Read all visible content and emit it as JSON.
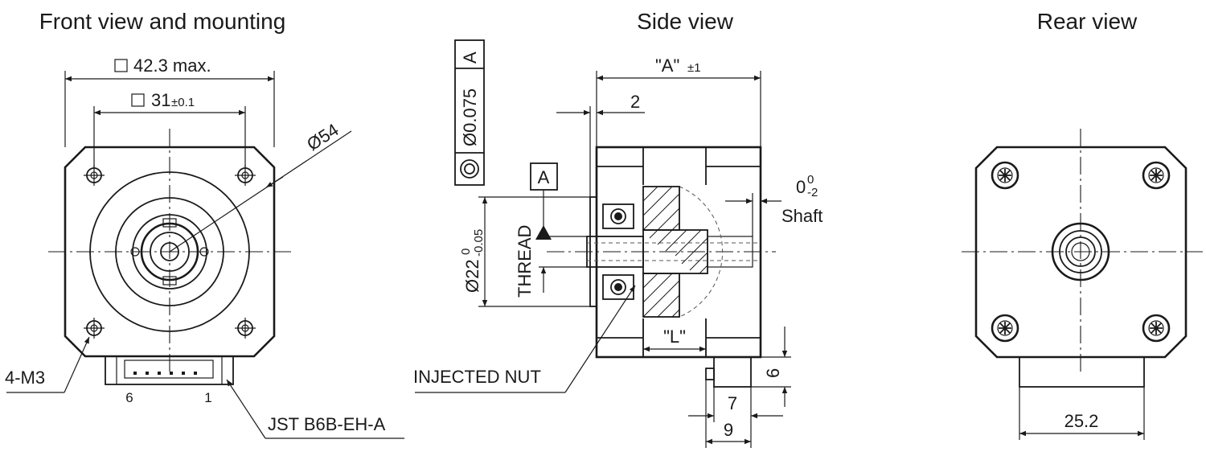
{
  "views": {
    "front": {
      "title": "Front view and mounting"
    },
    "side": {
      "title": "Side view"
    },
    "rear": {
      "title": "Rear view"
    }
  },
  "front_dims": {
    "outer_square": "42.3 max.",
    "hole_square": "31",
    "hole_square_tol": "±0.1",
    "bolt_circle": "Ø54",
    "mount_holes": "4-M3",
    "connector": "JST B6B-EH-A",
    "pin_first": "6",
    "pin_last": "1"
  },
  "side_dims": {
    "length": "\"A\"",
    "length_tol": "±1",
    "flange": "2",
    "tolerance_value": "Ø0.075",
    "datum": "A",
    "datum_box": "A",
    "pilot_dia": "Ø22",
    "pilot_tol_upper": "0",
    "pilot_tol_lower": "-0.05",
    "thread_label": "THREAD",
    "shaft_offset": "0",
    "shaft_offset_upper": "0",
    "shaft_offset_lower": "-2",
    "shaft_label": "Shaft",
    "nut_length": "\"L\"",
    "nut_label": "INJECTED NUT",
    "conn_height": "6",
    "conn_depth": "7",
    "conn_total": "9"
  },
  "rear_dims": {
    "connector_width": "25.2"
  }
}
